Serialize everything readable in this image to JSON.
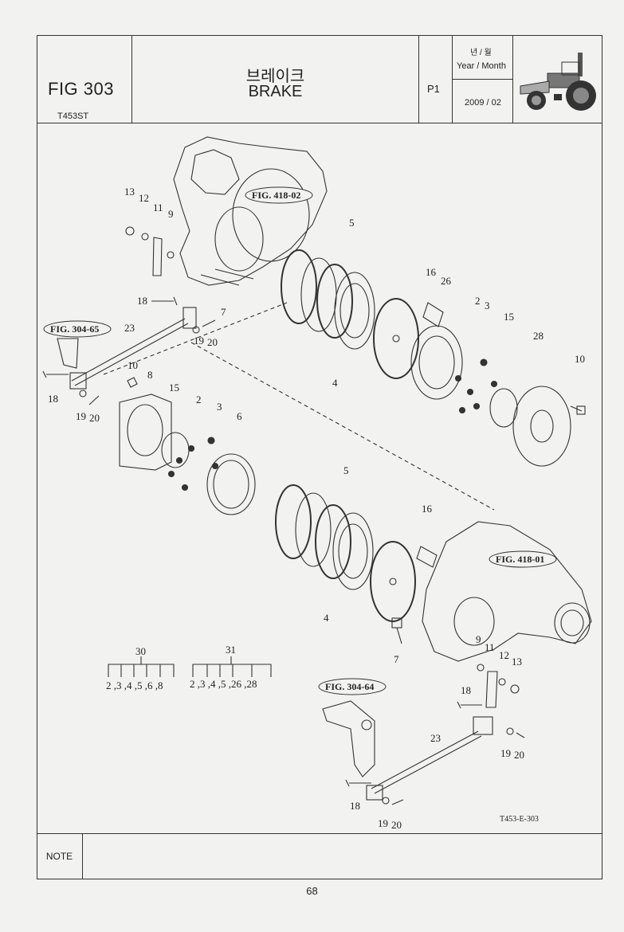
{
  "header": {
    "fig_code": "FIG 303",
    "model": "T453ST",
    "title_ko": "브레이크",
    "title_en": "BRAKE",
    "page_id": "P1",
    "year_month_ko": "년 / 월",
    "year_month_en": "Year / Month",
    "year_month_value": "2009 / 02"
  },
  "diagram": {
    "references": {
      "fig_418_02": "FIG. 418-02",
      "fig_304_65": "FIG. 304-65",
      "fig_418_01": "FIG. 418-01",
      "fig_304_64": "FIG. 304-64"
    },
    "part_labels": {
      "p2a": "2",
      "p3a": "3",
      "p4a": "4",
      "p5a": "5",
      "p6": "6",
      "p7a": "7",
      "p8": "8",
      "p9a": "9",
      "p10a": "10",
      "p10b": "10",
      "p11a": "11",
      "p12a": "12",
      "p13a": "13",
      "p15a": "15",
      "p15b": "15",
      "p16a": "16",
      "p18a": "18",
      "p19a": "19",
      "p20a": "20",
      "p23a": "23",
      "p26": "26",
      "p28": "28",
      "p2b": "2",
      "p3b": "3",
      "p18b": "18",
      "p19b": "19",
      "p20b": "20",
      "p5b": "5",
      "p16b": "16",
      "p4b": "4",
      "p7b": "7",
      "p9b": "9",
      "p11b": "11",
      "p12b": "12",
      "p13b": "13",
      "p18c": "18",
      "p23b": "23",
      "p19c": "19",
      "p20c": "20",
      "p18d": "18",
      "p19d": "19",
      "p20d": "20"
    },
    "kits": [
      {
        "number": "30",
        "components": "2 ,3 ,4 ,5 ,6 ,8"
      },
      {
        "number": "31",
        "components": "2 ,3 ,4 ,5 ,26 ,28"
      }
    ],
    "drawing_code": "T453-E-303"
  },
  "note": {
    "label": "NOTE",
    "text": ""
  },
  "page_number": "68"
}
